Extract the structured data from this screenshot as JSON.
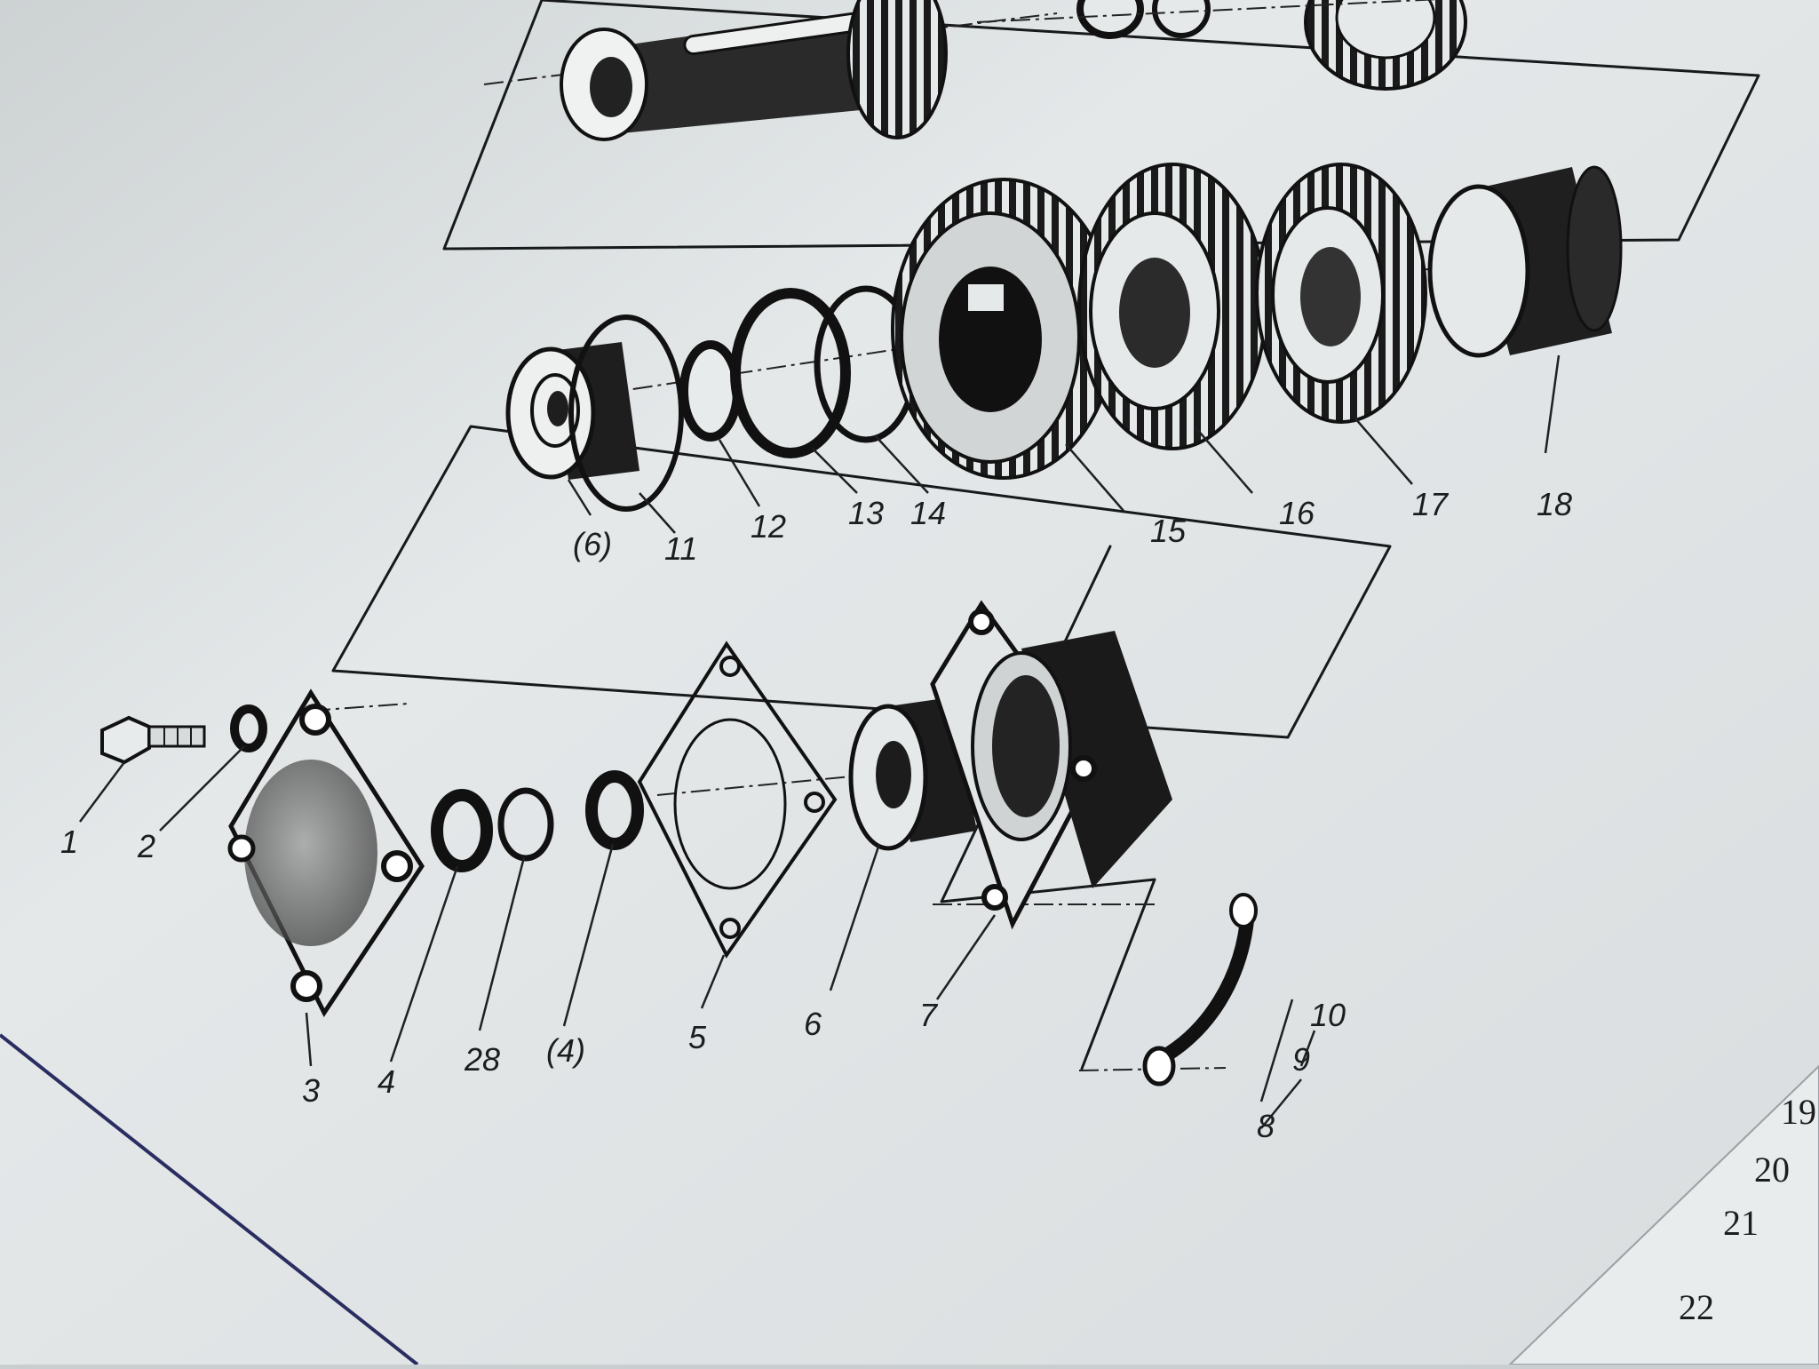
{
  "diagram": {
    "callouts": [
      "1",
      "2",
      "3",
      "4",
      "28",
      "(4)",
      "5",
      "6",
      "7",
      "8",
      "9",
      "10",
      "(6)",
      "11",
      "12",
      "13",
      "14",
      "15",
      "16",
      "17",
      "18"
    ],
    "margin_numbers": [
      "19",
      "20",
      "21",
      "22"
    ]
  },
  "colors": {
    "paper": "#e3e7e8",
    "ink": "#17191b",
    "shadow": "#aab0b3"
  }
}
